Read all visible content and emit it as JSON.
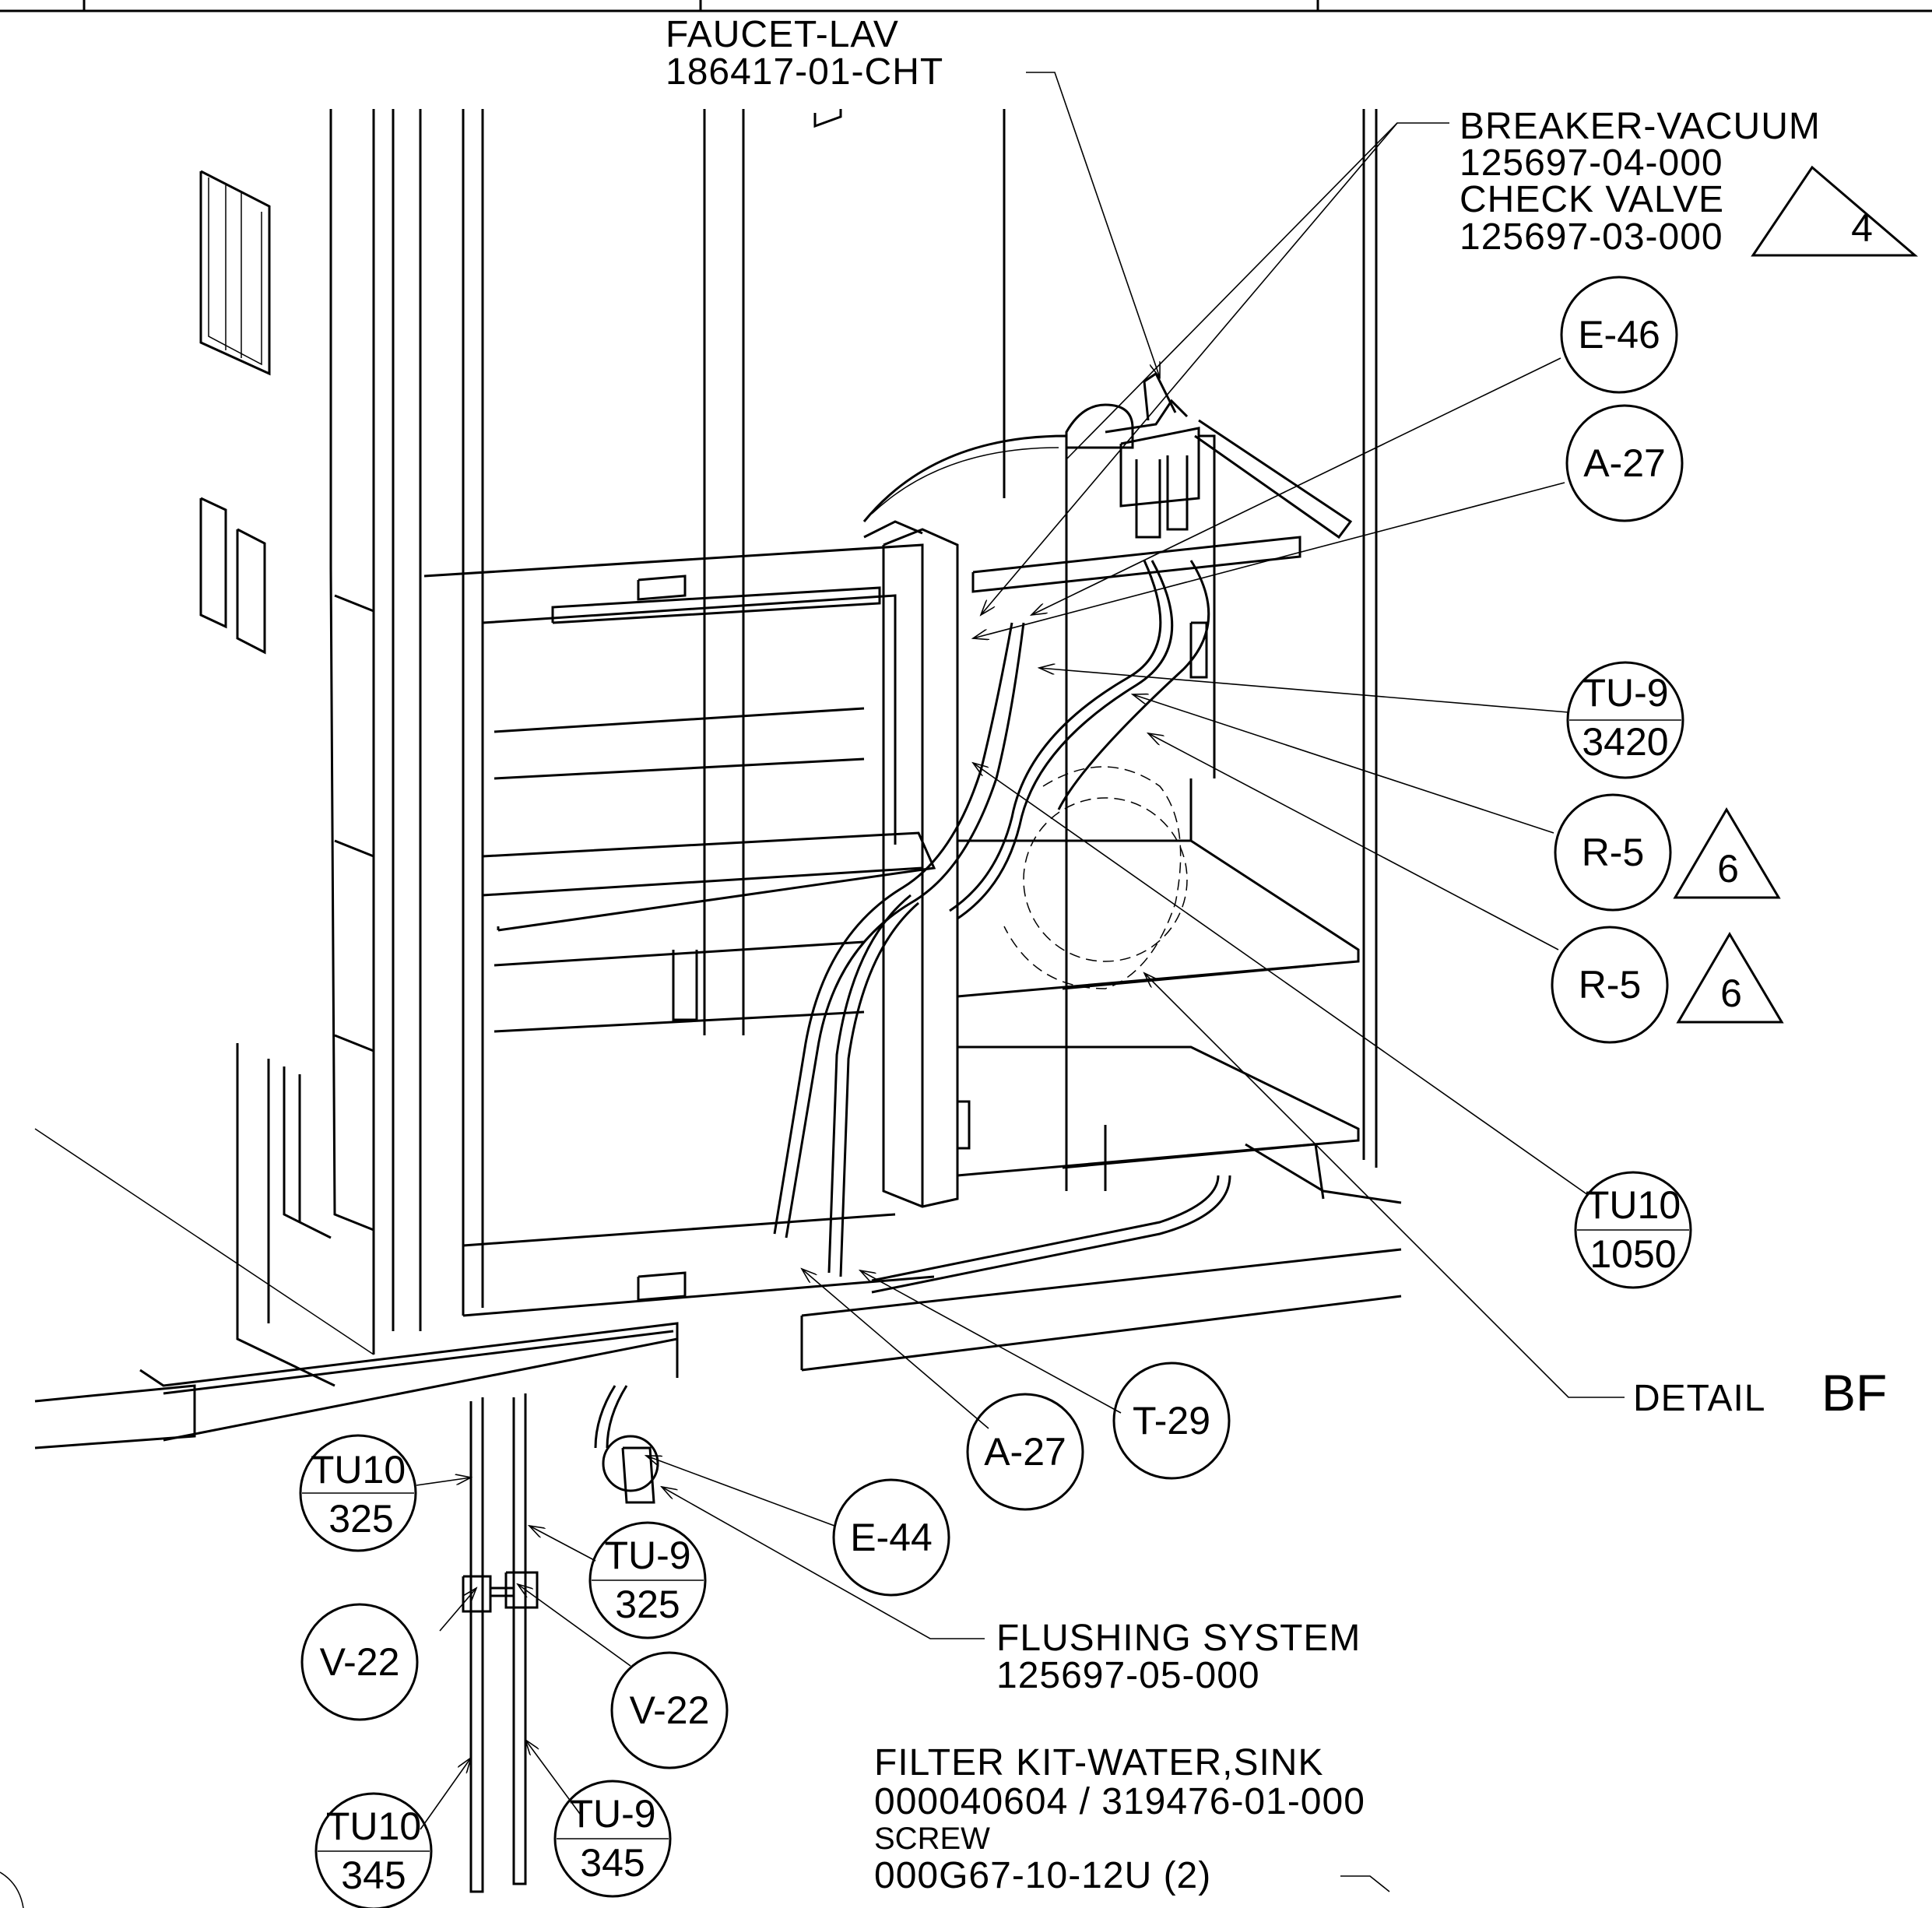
{
  "labels": {
    "faucet": {
      "line1": "FAUCET-LAV",
      "line2": "186417-01-CHT"
    },
    "breaker": {
      "line1": "BREAKER-VACUUM",
      "line2": "125697-04-000",
      "line3": "CHECK VALVE",
      "line4": "125697-03-000"
    },
    "detail": {
      "word": "DETAIL",
      "id": "BF"
    },
    "flushing": {
      "line1": "FLUSHING SYSTEM",
      "line2": "125697-05-000"
    },
    "filter": {
      "line1": "FILTER KIT-WATER,SINK",
      "line2": "000040604 / 319476-01-000",
      "line3": "SCREW",
      "line4": "000G67-10-12U (2)"
    }
  },
  "revision_flags": {
    "breaker": "4",
    "r5_upper": "6",
    "r5_lower": "6"
  },
  "bubbles": {
    "e46": "E-46",
    "a27_upper": "A-27",
    "tu9_3420": {
      "top": "TU-9",
      "bottom": "3420"
    },
    "r5_upper": "R-5",
    "r5_lower": "R-5",
    "tu10_1050": {
      "top": "TU10",
      "bottom": "1050"
    },
    "a27_lower": "A-27",
    "t29": "T-29",
    "e44": "E-44",
    "tu10_325": {
      "top": "TU10",
      "bottom": "325"
    },
    "tu9_325": {
      "top": "TU-9",
      "bottom": "325"
    },
    "v22_left": "V-22",
    "v22_right": "V-22",
    "tu10_345": {
      "top": "TU10",
      "bottom": "345"
    },
    "tu9_345": {
      "top": "TU-9",
      "bottom": "345"
    }
  }
}
